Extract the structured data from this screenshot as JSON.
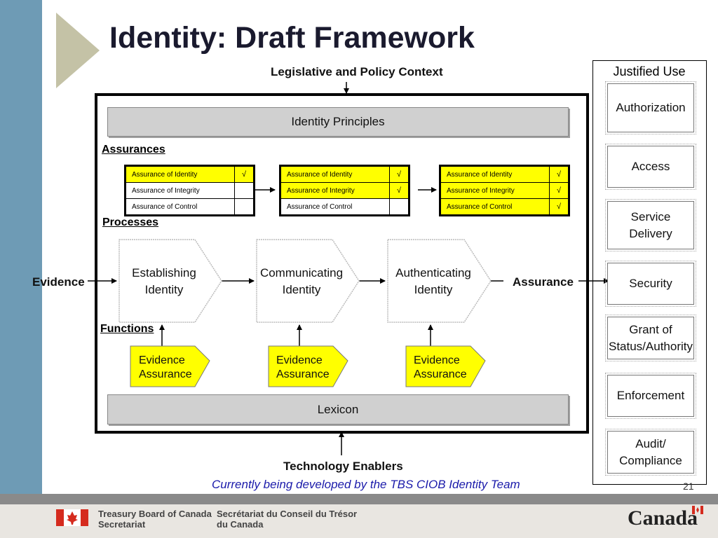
{
  "slide": {
    "title": "Identity: Draft Framework",
    "number": "21",
    "note": "Currently being developed by the TBS CIOB Identity Team"
  },
  "context": {
    "top_label": "Legislative and Policy Context",
    "bottom_label": "Technology Enablers"
  },
  "framework": {
    "principles": "Identity Principles",
    "lexicon": "Lexicon",
    "assurances_label": "Assurances",
    "processes_label": "Processes",
    "functions_label": "Functions",
    "input_label": "Evidence",
    "output_label": "Assurance"
  },
  "assurance_tables": [
    {
      "rows": [
        {
          "label": "Assurance of Identity",
          "checked": true,
          "mark": "√"
        },
        {
          "label": "Assurance of Integrity",
          "checked": false,
          "mark": ""
        },
        {
          "label": "Assurance of Control",
          "checked": false,
          "mark": ""
        }
      ]
    },
    {
      "rows": [
        {
          "label": "Assurance of Identity",
          "checked": true,
          "mark": "√"
        },
        {
          "label": "Assurance of Integrity",
          "checked": true,
          "mark": "√"
        },
        {
          "label": "Assurance of Control",
          "checked": false,
          "mark": ""
        }
      ]
    },
    {
      "rows": [
        {
          "label": "Assurance of Identity",
          "checked": true,
          "mark": "√"
        },
        {
          "label": "Assurance of Integrity",
          "checked": true,
          "mark": "√"
        },
        {
          "label": "Assurance of Control",
          "checked": true,
          "mark": "√"
        }
      ]
    }
  ],
  "processes": [
    {
      "line1": "Establishing",
      "line2": "Identity"
    },
    {
      "line1": "Communicating",
      "line2": "Identity"
    },
    {
      "line1": "Authenticating",
      "line2": "Identity"
    }
  ],
  "functions": [
    {
      "line1": "Evidence",
      "line2": "Assurance"
    },
    {
      "line1": "Evidence",
      "line2": "Assurance"
    },
    {
      "line1": "Evidence",
      "line2": "Assurance"
    }
  ],
  "justified_use": {
    "title": "Justified Use",
    "items": [
      {
        "line1": "Authorization",
        "line2": ""
      },
      {
        "line1": "Access",
        "line2": ""
      },
      {
        "line1": "Service",
        "line2": "Delivery"
      },
      {
        "line1": "Security",
        "line2": ""
      },
      {
        "line1": "Grant of",
        "line2": "Status/Authority"
      },
      {
        "line1": "Enforcement",
        "line2": ""
      },
      {
        "line1": "Audit/",
        "line2": "Compliance"
      }
    ]
  },
  "footer": {
    "org_en_line1": "Treasury Board of Canada",
    "org_en_line2": "Secretariat",
    "org_fr_line1": "Secrétariat du Conseil du Trésor",
    "org_fr_line2": "du Canada",
    "wordmark": "Canada"
  },
  "colors": {
    "highlight": "#ffff00",
    "accent_bar": "#6e9bb5",
    "flag_red": "#d52b1e",
    "note_blue": "#1a1aaa"
  }
}
